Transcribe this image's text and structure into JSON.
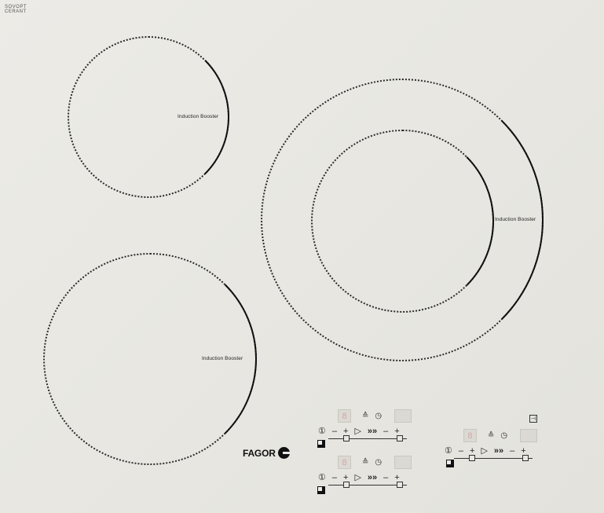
{
  "brand": {
    "small_line1": "SOVOPT",
    "small_line2": "CERANT",
    "logo": "FAGOR"
  },
  "zones": [
    {
      "id": "rear-left",
      "label": "Induction Booster"
    },
    {
      "id": "right-large",
      "label": "Induction Booster"
    },
    {
      "id": "front-left",
      "label": "Induction Booster"
    }
  ],
  "controls": {
    "power_symbol": "①",
    "minus": "–",
    "plus": "+",
    "play": "▷",
    "boost": "»»",
    "display_value": "8",
    "lock_symbol": "⊣",
    "timer_symbol": "◷",
    "heat_symbol": "≙"
  },
  "icons": [
    "power-icon",
    "minus-icon",
    "plus-icon",
    "play-icon",
    "boost-icon",
    "timer-icon",
    "lock-icon",
    "heat-icon"
  ]
}
